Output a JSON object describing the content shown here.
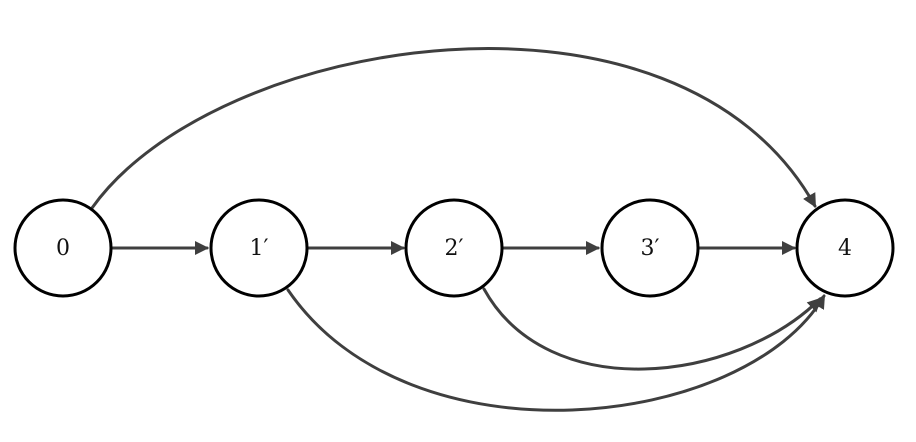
{
  "diagram": {
    "nodes": [
      {
        "id": "0",
        "label": "0"
      },
      {
        "id": "1p",
        "label": "1′"
      },
      {
        "id": "2p",
        "label": "2′"
      },
      {
        "id": "3p",
        "label": "3′"
      },
      {
        "id": "4",
        "label": "4"
      }
    ],
    "edges": [
      {
        "from": "0",
        "to": "1p"
      },
      {
        "from": "1p",
        "to": "2p"
      },
      {
        "from": "2p",
        "to": "3p"
      },
      {
        "from": "3p",
        "to": "4"
      },
      {
        "from": "0",
        "to": "4"
      },
      {
        "from": "1p",
        "to": "4"
      },
      {
        "from": "2p",
        "to": "4"
      }
    ],
    "colors": {
      "edge": "#3f3f3f",
      "node_stroke": "#000000",
      "background": "#ffffff"
    }
  }
}
